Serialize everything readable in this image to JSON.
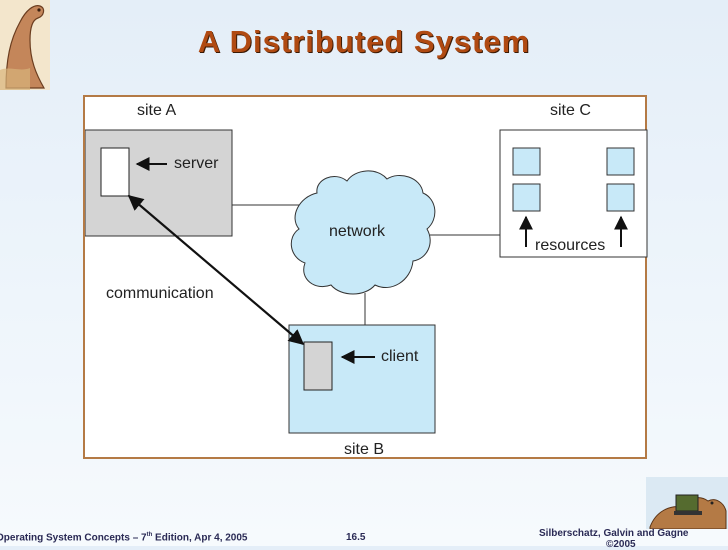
{
  "slide": {
    "title": "A Distributed System"
  },
  "diagram": {
    "site_a": "site A",
    "site_b": "site B",
    "site_c": "site C",
    "server": "server",
    "client": "client",
    "network": "network",
    "communication": "communication",
    "resources": "resources"
  },
  "footer": {
    "book_prefix": "Operating System Concepts – 7",
    "book_edition_sup": "th",
    "book_suffix": " Edition, Apr 4, 2005",
    "page_number": "16.5",
    "authors": "Silberschatz, Galvin and Gagne",
    "copyright": "©2005"
  },
  "colors": {
    "title": "#b04a12",
    "frame_border": "#b47a45",
    "site_a_fill": "#d4d4d4",
    "site_b_fill": "#c8e9f8",
    "network_fill": "#c8e9f8",
    "resource_fill": "#c8e9f8"
  },
  "icons": {
    "top_logo": "dinosaur-logo-icon",
    "bottom_logo": "dinosaur-laptop-icon"
  }
}
